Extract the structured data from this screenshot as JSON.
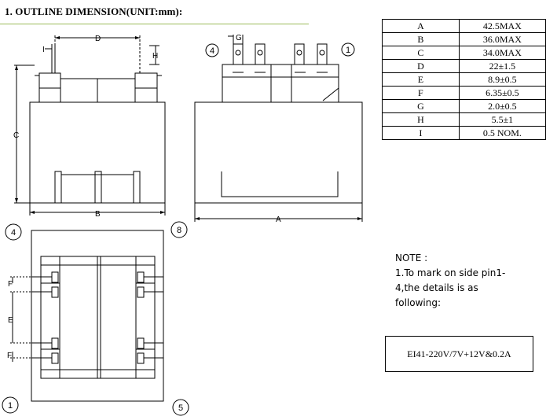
{
  "heading": "1. OUTLINE DIMENSION(UNIT:mm):",
  "dimension_table": [
    {
      "key": "A",
      "value": "42.5MAX"
    },
    {
      "key": "B",
      "value": "36.0MAX"
    },
    {
      "key": "C",
      "value": "34.0MAX"
    },
    {
      "key": "D",
      "value": "22±1.5"
    },
    {
      "key": "E",
      "value": "8.9±0.5"
    },
    {
      "key": "F",
      "value": "6.35±0.5"
    },
    {
      "key": "G",
      "value": "2.0±0.5"
    },
    {
      "key": "H",
      "value": "5.5±1"
    },
    {
      "key": "I",
      "value": "0.5 NOM."
    }
  ],
  "note": {
    "title": "NOTE :",
    "body": "1.To mark on  side pin1-4,the details is as following:"
  },
  "marking_text": "EI41-220V/7V+12V&0.2A",
  "drawing_labels": {
    "dim_a": "A",
    "dim_b": "B",
    "dim_c": "C",
    "dim_d": "D",
    "dim_e": "E",
    "dim_f": "F",
    "dim_g": "G",
    "dim_h": "H",
    "dim_i": "I"
  },
  "pin_numbers": {
    "pin1_front": "1",
    "pin4_front": "4",
    "pin4_bottom": "4",
    "pin8_bottom": "8",
    "pin1_bottom": "1",
    "pin5_bottom": "5"
  }
}
